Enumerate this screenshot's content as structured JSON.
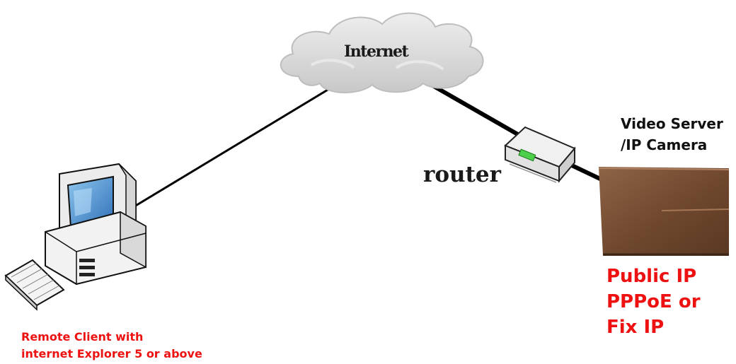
{
  "nodes": {
    "internet": {
      "label": "Internet"
    },
    "router": {
      "label": "router"
    },
    "camera": {
      "lines": [
        "Video Server",
        "/IP Camera"
      ]
    },
    "camera_ip": {
      "lines": [
        "Public IP",
        "PPPoE or",
        "Fix IP"
      ]
    },
    "client": {
      "lines": [
        "Remote Client with",
        "internet Explorer 5 or above"
      ]
    }
  },
  "colors": {
    "accent_red": "#ee1111",
    "cloud": "#d6d6d6",
    "camera_body": "#7a5236",
    "router_led": "#4cd04c",
    "line": "#000000"
  },
  "icons": [
    "cloud-icon",
    "router-icon",
    "ip-camera-icon",
    "computer-icon"
  ]
}
